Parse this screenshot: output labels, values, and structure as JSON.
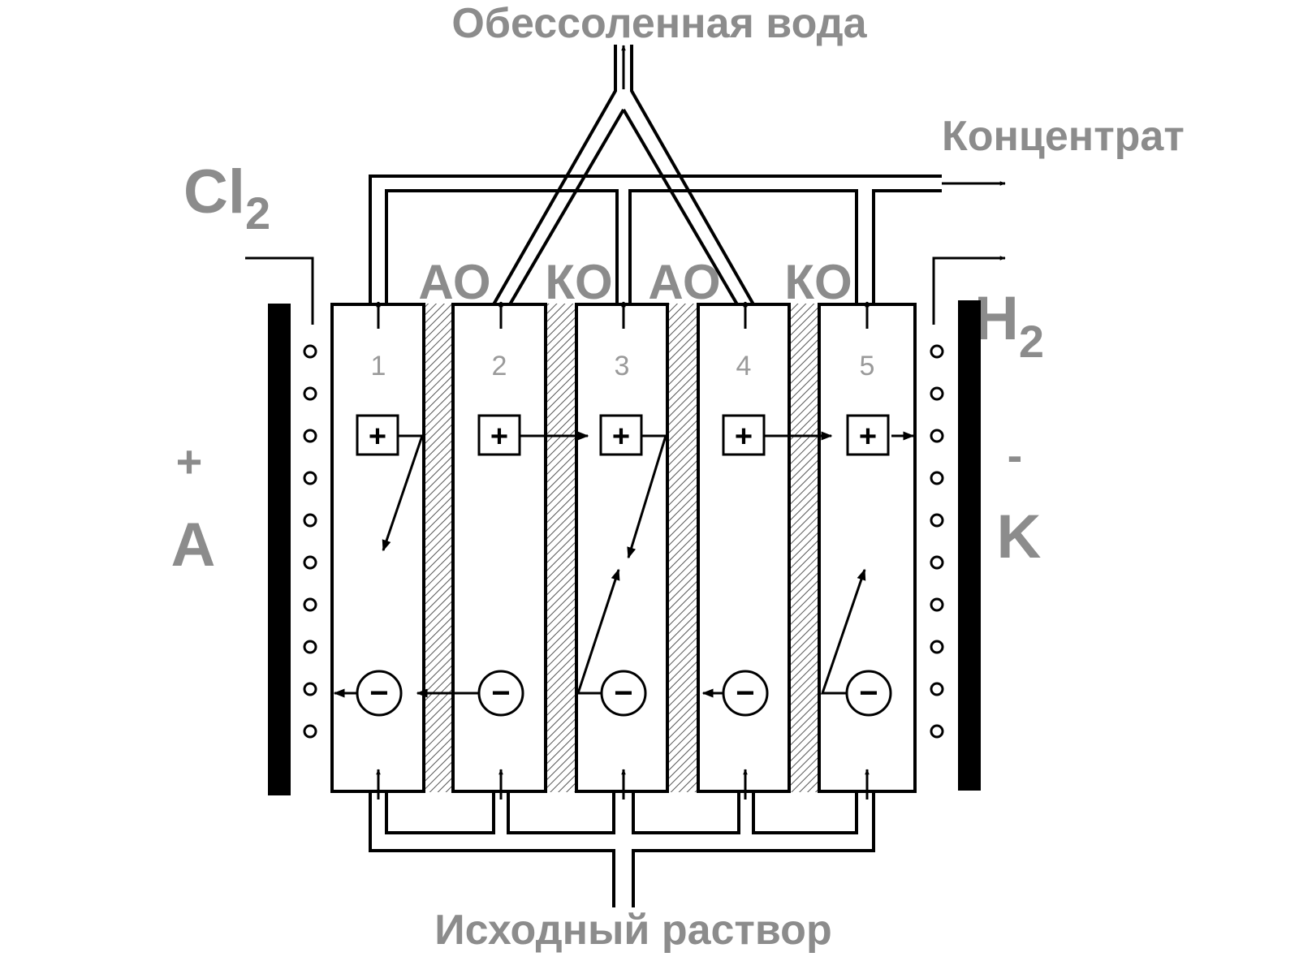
{
  "labels": {
    "desalted_water": "Обессоленная вода",
    "concentrate": "Концентрат",
    "source_solution": "Исходный раствор",
    "chlorine": "Cl",
    "chlorine_sub": "2",
    "hydrogen": "H",
    "hydrogen_sub": "2",
    "anode_sign": "+",
    "anode": "A",
    "cathode_sign": "-",
    "cathode": "K"
  },
  "membranes": [
    "АО",
    "КО",
    "АО",
    "КО"
  ],
  "chambers": [
    "1",
    "2",
    "3",
    "4",
    "5"
  ],
  "ions": {
    "cation": "+",
    "anion": "−"
  },
  "colors": {
    "line": "#000000",
    "label_gray": "#8c8c8c",
    "membrane_hatch": "#555555"
  }
}
